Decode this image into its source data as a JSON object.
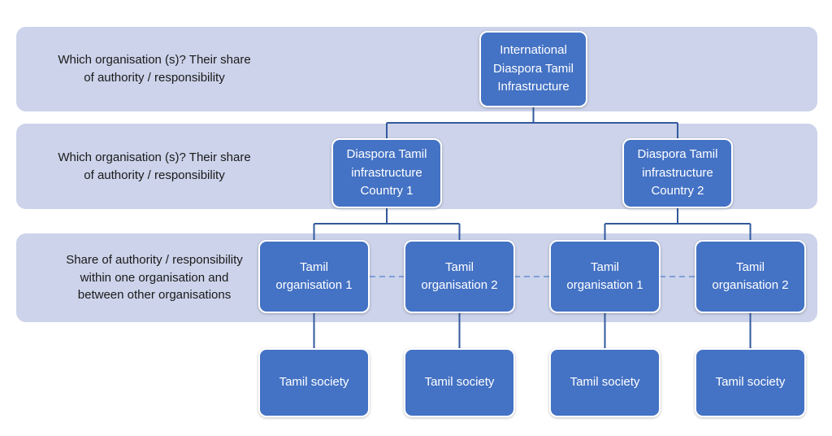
{
  "colors": {
    "band_fill": "#ccd3ea",
    "node_fill": "#4472c4",
    "connector": "#33599e",
    "connector_dashed": "#7f9fd6"
  },
  "bands": [
    {
      "label": "Which organisation (s)? Their share\nof authority / responsibility"
    },
    {
      "label": "Which organisation (s)? Their share\nof authority / responsibility"
    },
    {
      "label": "Share of authority / responsibility\nwithin one organisation and\nbetween other organisations"
    }
  ],
  "nodes": {
    "root": {
      "label": "International\nDiaspora Tamil\nInfrastructure"
    },
    "country1": {
      "label": "Diaspora Tamil\ninfrastructure\nCountry 1"
    },
    "country2": {
      "label": "Diaspora Tamil\ninfrastructure\nCountry 2"
    },
    "org1c1": {
      "label": "Tamil\norganisation 1"
    },
    "org2c1": {
      "label": "Tamil\norganisation 2"
    },
    "org1c2": {
      "label": "Tamil\norganisation 1"
    },
    "org2c2": {
      "label": "Tamil\norganisation 2"
    },
    "soc1": {
      "label": "Tamil society"
    },
    "soc2": {
      "label": "Tamil society"
    },
    "soc3": {
      "label": "Tamil society"
    },
    "soc4": {
      "label": "Tamil society"
    }
  }
}
